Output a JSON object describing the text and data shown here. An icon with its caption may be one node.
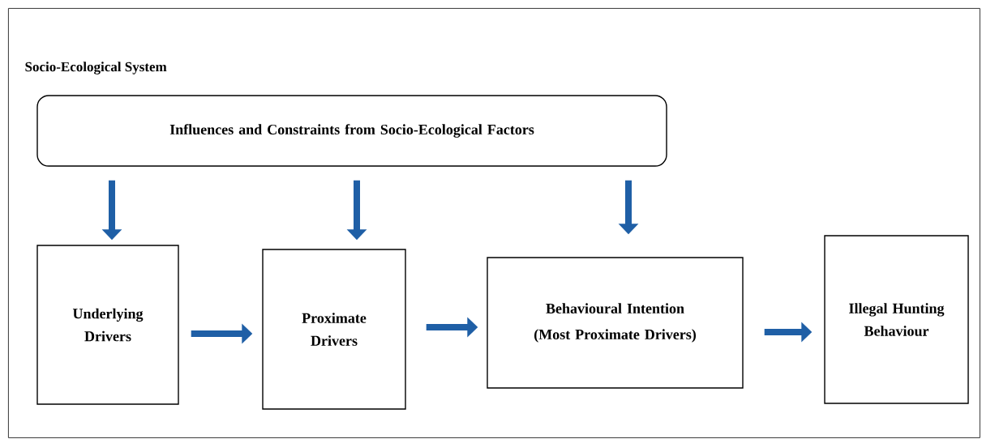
{
  "diagram": {
    "nodes": [
      {
        "text": [
          "Socio-Ecological System"
        ]
      },
      {
        "text": [
          "Influences and Constraints from Socio-Ecological Factors"
        ],
        "in": 0
      },
      {
        "text": [
          "Underlying Drivers"
        ],
        "in": 0
      },
      {
        "text": [
          "Proximate Drivers"
        ],
        "in": 0
      },
      {
        "text": [
          "Behavioural Intention",
          "(Most Proximate Drivers)"
        ],
        "in": 0
      },
      {
        "text": [
          "Illegal Hunting Behaviour"
        ],
        "in": 0
      }
    ],
    "edges": [
      {
        "from": 1,
        "to": 2,
        "arrow": "to"
      },
      {
        "from": 1,
        "to": 3,
        "arrow": "to"
      },
      {
        "from": 1,
        "to": 4,
        "arrow": "to"
      },
      {
        "from": 2,
        "to": 3,
        "arrow": "to"
      },
      {
        "from": 3,
        "to": 4,
        "arrow": "to"
      },
      {
        "from": 4,
        "to": 5,
        "arrow": "to"
      }
    ]
  }
}
